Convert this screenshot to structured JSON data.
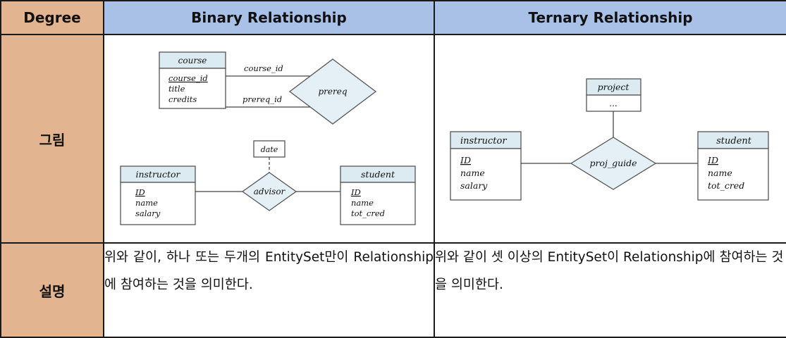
{
  "header": {
    "degree": "Degree",
    "binary": "Binary Relationship",
    "ternary": "Ternary Relationship"
  },
  "rows": {
    "figure_label": "그림",
    "description_label": "설명"
  },
  "binary_diagram": {
    "course": {
      "name": "course",
      "attributes": [
        "course_id",
        "title",
        "credits"
      ]
    },
    "prereq": {
      "name": "prereq",
      "roles": [
        "course_id",
        "prereq_id"
      ]
    },
    "date": "date",
    "instructor": {
      "name": "instructor",
      "attributes": [
        "ID",
        "name",
        "salary"
      ]
    },
    "advisor": "advisor",
    "student": {
      "name": "student",
      "attributes": [
        "ID",
        "name",
        "tot_cred"
      ]
    }
  },
  "ternary_diagram": {
    "project": {
      "name": "project",
      "attributes": [
        "..."
      ]
    },
    "instructor": {
      "name": "instructor",
      "attributes": [
        "ID",
        "name",
        "salary"
      ]
    },
    "proj_guide": "proj_guide",
    "student": {
      "name": "student",
      "attributes": [
        "ID",
        "name",
        "tot_cred"
      ]
    }
  },
  "descriptions": {
    "binary": "위와 같이, 하나 또는 두개의 EntitySet만이 Relationship에 참여하는 것을 의미한다.",
    "ternary": "위와 같이 셋 이상의 EntitySet이 Relationship에 참여하는 것을 의미한다."
  }
}
